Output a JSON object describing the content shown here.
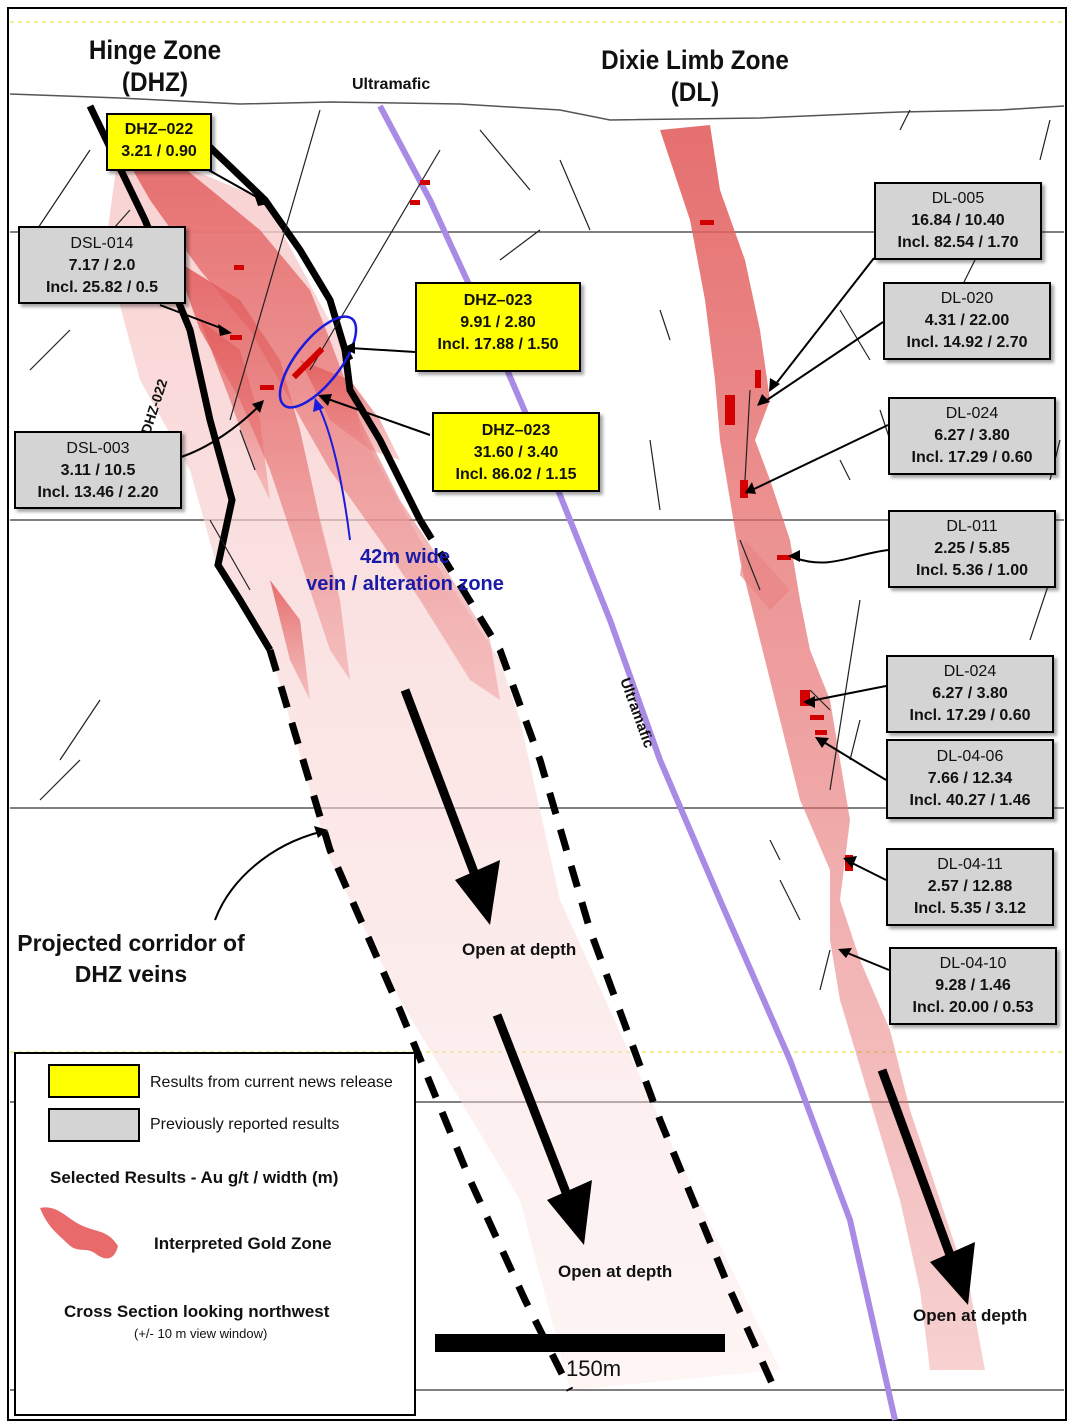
{
  "titles": {
    "hinge_zone": [
      "Hinge Zone",
      "(DHZ)"
    ],
    "dixie_limb_zone": [
      "Dixie Limb Zone",
      "(DL)"
    ]
  },
  "labels": {
    "ultramafic_top": "Ultramafic",
    "ultramafic_diag": "Ultramafic",
    "drillhole_label": "DHZ-022",
    "vein_zone": [
      "42m wide",
      "vein / alteration zone"
    ],
    "projected_corridor": [
      "Projected corridor of",
      "DHZ veins"
    ],
    "open_at_depth": "Open at depth",
    "scale_bar": "150m"
  },
  "results": [
    {
      "hole": "DHZ–022",
      "line2": "3.21 / 0.90",
      "line3": "",
      "type": "current"
    },
    {
      "hole": "DSL-014",
      "line2": "7.17 / 2.0",
      "line3": "Incl. 25.82 / 0.5",
      "type": "previous"
    },
    {
      "hole": "DHZ–023",
      "line2": "9.91 / 2.80",
      "line3": "Incl. 17.88 / 1.50",
      "type": "current"
    },
    {
      "hole": "DSL-003",
      "line2": "3.11 / 10.5",
      "line3": "Incl. 13.46 / 2.20",
      "type": "previous"
    },
    {
      "hole": "DHZ–023",
      "line2": "31.60 / 3.40",
      "line3": "Incl. 86.02 / 1.15",
      "type": "current"
    },
    {
      "hole": "DL-005",
      "line2": "16.84 / 10.40",
      "line3": "Incl. 82.54 / 1.70",
      "type": "previous"
    },
    {
      "hole": "DL-020",
      "line2": "4.31 / 22.00",
      "line3": "Incl. 14.92 / 2.70",
      "type": "previous"
    },
    {
      "hole": "DL-024",
      "line2": "6.27 / 3.80",
      "line3": "Incl. 17.29 / 0.60",
      "type": "previous"
    },
    {
      "hole": "DL-011",
      "line2": "2.25 / 5.85",
      "line3": "Incl. 5.36 / 1.00",
      "type": "previous"
    },
    {
      "hole": "DL-024",
      "line2": "6.27 / 3.80",
      "line3": "Incl. 17.29 / 0.60",
      "type": "previous"
    },
    {
      "hole": "DL-04-06",
      "line2": "7.66 / 12.34",
      "line3": "Incl. 40.27 / 1.46",
      "type": "previous"
    },
    {
      "hole": "DL-04-11",
      "line2": "2.57 / 12.88",
      "line3": "Incl. 5.35 / 3.12",
      "type": "previous"
    },
    {
      "hole": "DL-04-10",
      "line2": "9.28 / 1.46",
      "line3": "Incl. 20.00 / 0.53",
      "type": "previous"
    }
  ],
  "legend": {
    "current": "Results from current news release",
    "previous": "Previously reported results",
    "selected": "Selected Results - Au g/t / width (m)",
    "gold_zone": "Interpreted Gold Zone",
    "section_title": "Cross Section looking northwest",
    "section_sub": "(+/- 10 m view window)"
  },
  "colors": {
    "current_box": "#ffff00",
    "previous_box": "#d4d4d4",
    "gold_zone": "#e06a6a",
    "ultramafic": "#a98be6",
    "vein_zone_text": "#1a1aa8"
  }
}
